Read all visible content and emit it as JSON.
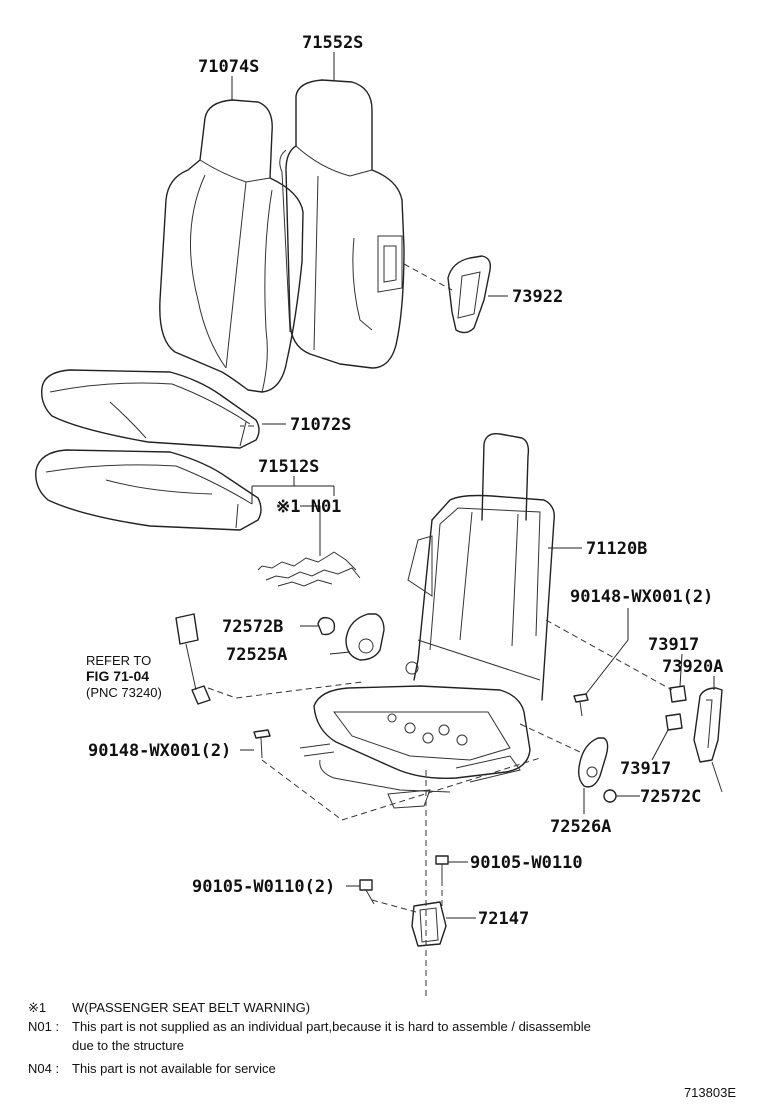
{
  "labels": {
    "p71552S": "71552S",
    "p71074S": "71074S",
    "p73922": "73922",
    "p71072S": "71072S",
    "p71512S": "71512S",
    "pN01": "※1 N01",
    "p71120B": "71120B",
    "p90148_top": "90148-WX001(2)",
    "p72572B": "72572B",
    "p72525A": "72525A",
    "p73917_a": "73917",
    "p73920A": "73920A",
    "p90148_left": "90148-WX001(2)",
    "p73917_b": "73917",
    "p72572C": "72572C",
    "p72526A": "72526A",
    "p90105_right": "90105-W0110",
    "p90105_left": "90105-W0110(2)",
    "p72147": "72147"
  },
  "reference": {
    "line1": "REFER TO",
    "line2": "FIG 71-04",
    "line3": "(PNC 73240)"
  },
  "notes": {
    "star_key": "※1",
    "star_text": "W(PASSENGER SEAT BELT WARNING)",
    "n01_key": "N01 :",
    "n01_text": "This part is not supplied as an individual part,because it is hard to assemble / disassemble",
    "n01_text2": "due to the structure",
    "n04_key": "N04 :",
    "n04_text": "This part is not available for service"
  },
  "diagram_code": "713803E"
}
